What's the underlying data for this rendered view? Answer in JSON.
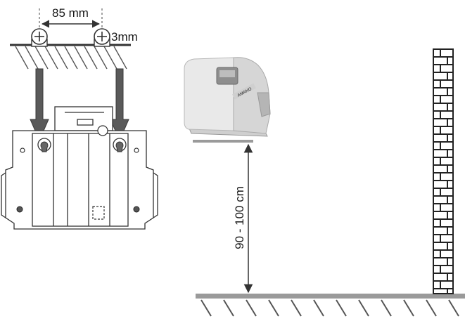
{
  "mounting": {
    "screw_spacing_label": "85 mm",
    "screw_protrusion_label": "3mm"
  },
  "installation": {
    "height_label": "90 - 100 cm",
    "device_brand_label": "AMANO"
  },
  "colors": {
    "line": "#222222",
    "hatch": "#444444",
    "arrow_fill": "#5a5a5a",
    "surface": "#9a9a9a",
    "device_body": "#e6e6e6",
    "bracket_line": "#333333",
    "brick": "#ffffff"
  }
}
